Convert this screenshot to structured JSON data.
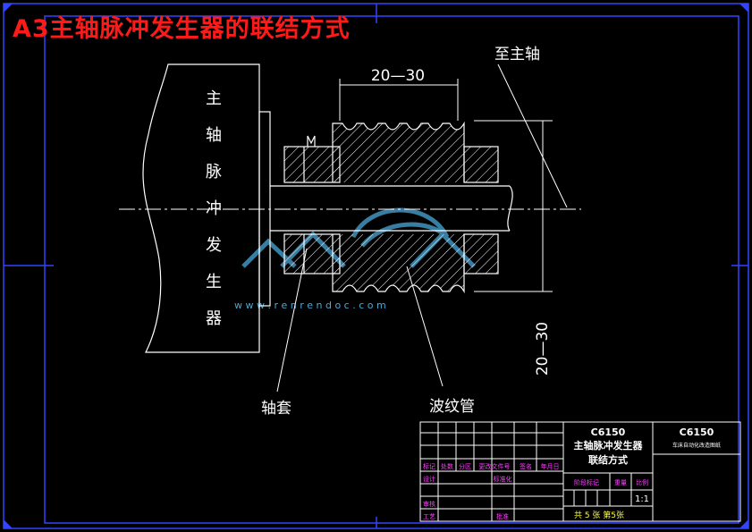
{
  "title": "A3主轴脉冲发生器的联结方式",
  "body_label_chars": [
    "主",
    "轴",
    "脉",
    "冲",
    "发",
    "生",
    "器"
  ],
  "dims": {
    "top": "20—30",
    "right": "20—30"
  },
  "callouts": {
    "spindle": "至主轴",
    "sleeve": "轴套",
    "bellows": "波纹管"
  },
  "watermark": "w w w . r e n r e n d o c . c o m",
  "title_block": {
    "model": "C6150",
    "name_line1": "主轴脉冲发生器",
    "name_line2": "联结方式",
    "right_model": "C6150",
    "right_desc": "车床自动化改造图纸",
    "row_labels": [
      "标记",
      "处数",
      "分区",
      "更改文件号",
      "签名",
      "年月日"
    ],
    "design": "设计",
    "standard": "标准化",
    "review": "审核",
    "process": "工艺",
    "approve": "批准",
    "stage_mark": "阶段标记",
    "weight": "重量",
    "scale_label": "比例",
    "scale_value": "1:1",
    "sheets": "共 5 张  第5张"
  },
  "colors": {
    "frame": "#3344ff",
    "lines": "#ffffff",
    "title": "#ff1a1a",
    "watermark": "#4aa8d8",
    "magenta": "#ff40ff",
    "yellow": "#ffff40"
  }
}
